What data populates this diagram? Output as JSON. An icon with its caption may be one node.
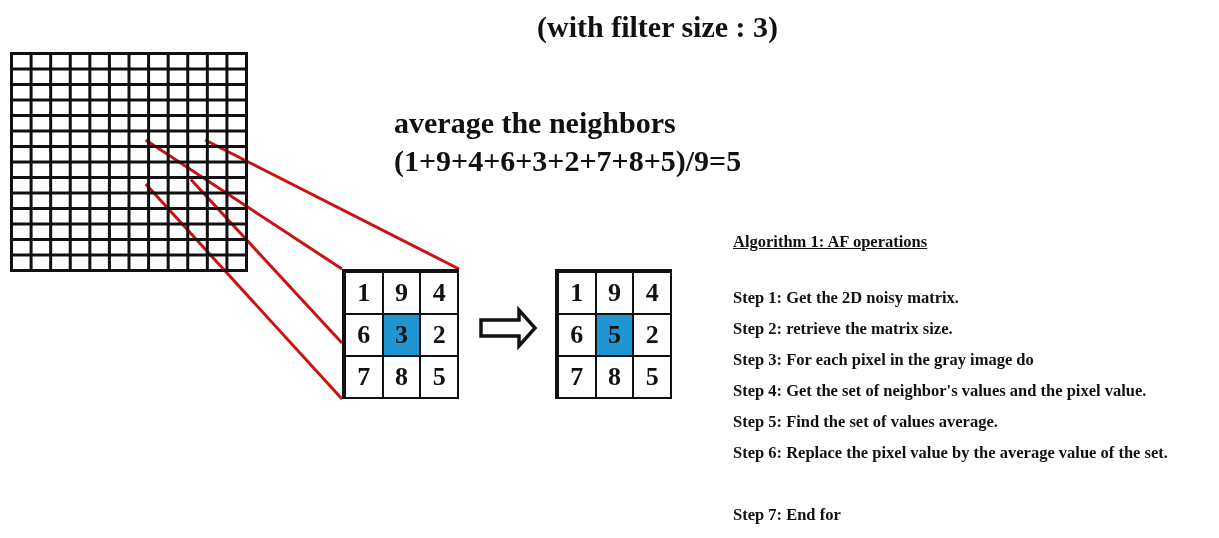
{
  "diagram": {
    "title": "(with filter size : 3)",
    "nodes": [
      {
        "text": [],
        "shape": "box"
      },
      {
        "text": [],
        "shape": "box"
      },
      {
        "text": [
          "1"
        ],
        "in": 1
      },
      {
        "text": [
          "9"
        ],
        "in": 1
      },
      {
        "text": [
          "4"
        ],
        "in": 1
      },
      {
        "text": [
          "6"
        ],
        "in": 1
      },
      {
        "text": [
          "3"
        ],
        "in": 1
      },
      {
        "text": [
          "2"
        ],
        "in": 1
      },
      {
        "text": [
          "7"
        ],
        "in": 1
      },
      {
        "text": [
          "8"
        ],
        "in": 1
      },
      {
        "text": [
          "5"
        ],
        "in": 1
      },
      {
        "text": [],
        "shape": "box"
      },
      {
        "text": [
          "1"
        ],
        "in": 11
      },
      {
        "text": [
          "9"
        ],
        "in": 11
      },
      {
        "text": [
          "4"
        ],
        "in": 11
      },
      {
        "text": [
          "6"
        ],
        "in": 11
      },
      {
        "text": [
          "5"
        ],
        "in": 11
      },
      {
        "text": [
          "2"
        ],
        "in": 11
      },
      {
        "text": [
          "7"
        ],
        "in": 11
      },
      {
        "text": [
          "8"
        ],
        "in": 11
      },
      {
        "text": [
          "5"
        ],
        "in": 11
      }
    ],
    "edges": [
      {
        "from": 0,
        "to": 1,
        "arrow": "none",
        "color": "#cc1111"
      },
      {
        "from": 0,
        "to": 1,
        "arrow": "none",
        "color": "#cc1111"
      },
      {
        "from": 0,
        "to": 1,
        "arrow": "none",
        "color": "#cc1111"
      },
      {
        "from": 0,
        "to": 1,
        "arrow": "none",
        "color": "#cc1111"
      },
      {
        "from": 1,
        "to": 11,
        "arrow": "to",
        "style": "thick"
      }
    ],
    "labels": [
      "average the neighbors",
      "(1+9+4+6+3+2+7+8+5)/9=5",
      "Algorithm 1: AF operations",
      "Step 1: Get the 2D noisy matrix.",
      "Step 2: retrieve the matrix size.",
      "Step 3: For each pixel in the gray image do",
      "Step 4: Get the set of neighbor's values and the pixel value.",
      "Step 5: Find the set of values average.",
      "Step 6: Replace the pixel value by the average value of the set.",
      "Step 7: End for"
    ]
  }
}
